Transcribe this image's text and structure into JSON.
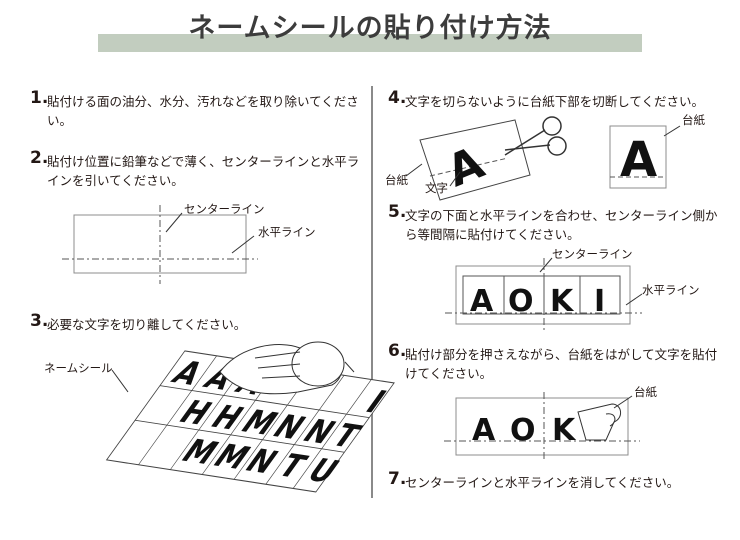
{
  "title": "ネームシールの貼り付け方法",
  "steps": [
    {
      "num": "1.",
      "text": "貼付ける面の油分、水分、汚れなどを取り除いてください。"
    },
    {
      "num": "2.",
      "text": "貼付け位置に鉛筆などで薄く、センターラインと水平ラインを引いてください。"
    },
    {
      "num": "3.",
      "text": "必要な文字を切り離してください。"
    },
    {
      "num": "4.",
      "text": "文字を切らないように台紙下部を切断してください。"
    },
    {
      "num": "5.",
      "text": "文字の下面と水平ラインを合わせ、センターライン側から等間隔に貼付けてください。"
    },
    {
      "num": "6.",
      "text": "貼付け部分を押さえながら、台紙をはがして文字を貼付けてください。"
    },
    {
      "num": "7.",
      "text": "センターラインと水平ラインを消してください。"
    }
  ],
  "labels": {
    "center_line": "センターライン",
    "horizontal_line": "水平ライン",
    "name_seal": "ネームシール",
    "backing_paper": "台紙",
    "letter": "文字"
  },
  "sample": {
    "letter_a": "A",
    "word_letters": [
      "A",
      "O",
      "K",
      "I"
    ],
    "sheet_letters": [
      "A",
      "A",
      "A",
      "H",
      "H",
      "M",
      "N",
      "N",
      "M",
      "M",
      "N",
      "T",
      "T",
      "U",
      "I"
    ]
  }
}
